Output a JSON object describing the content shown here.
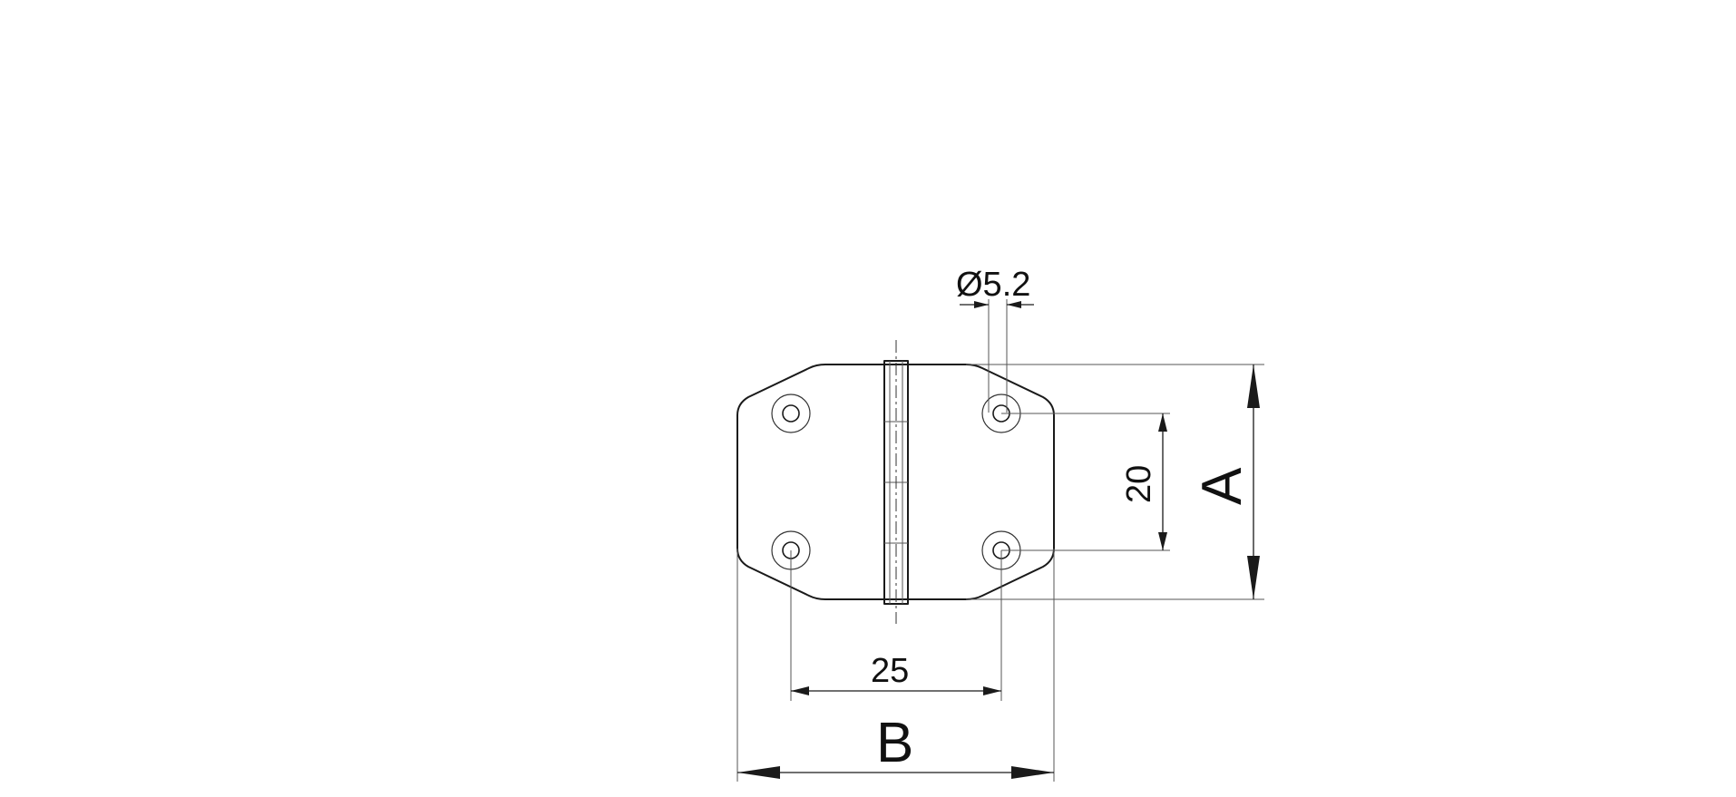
{
  "drawing": {
    "labels": {
      "hole_diameter": "Ø5.2",
      "hole_spacing_vertical": "20",
      "hole_spacing_horizontal": "25",
      "height": "A",
      "width": "B"
    }
  }
}
